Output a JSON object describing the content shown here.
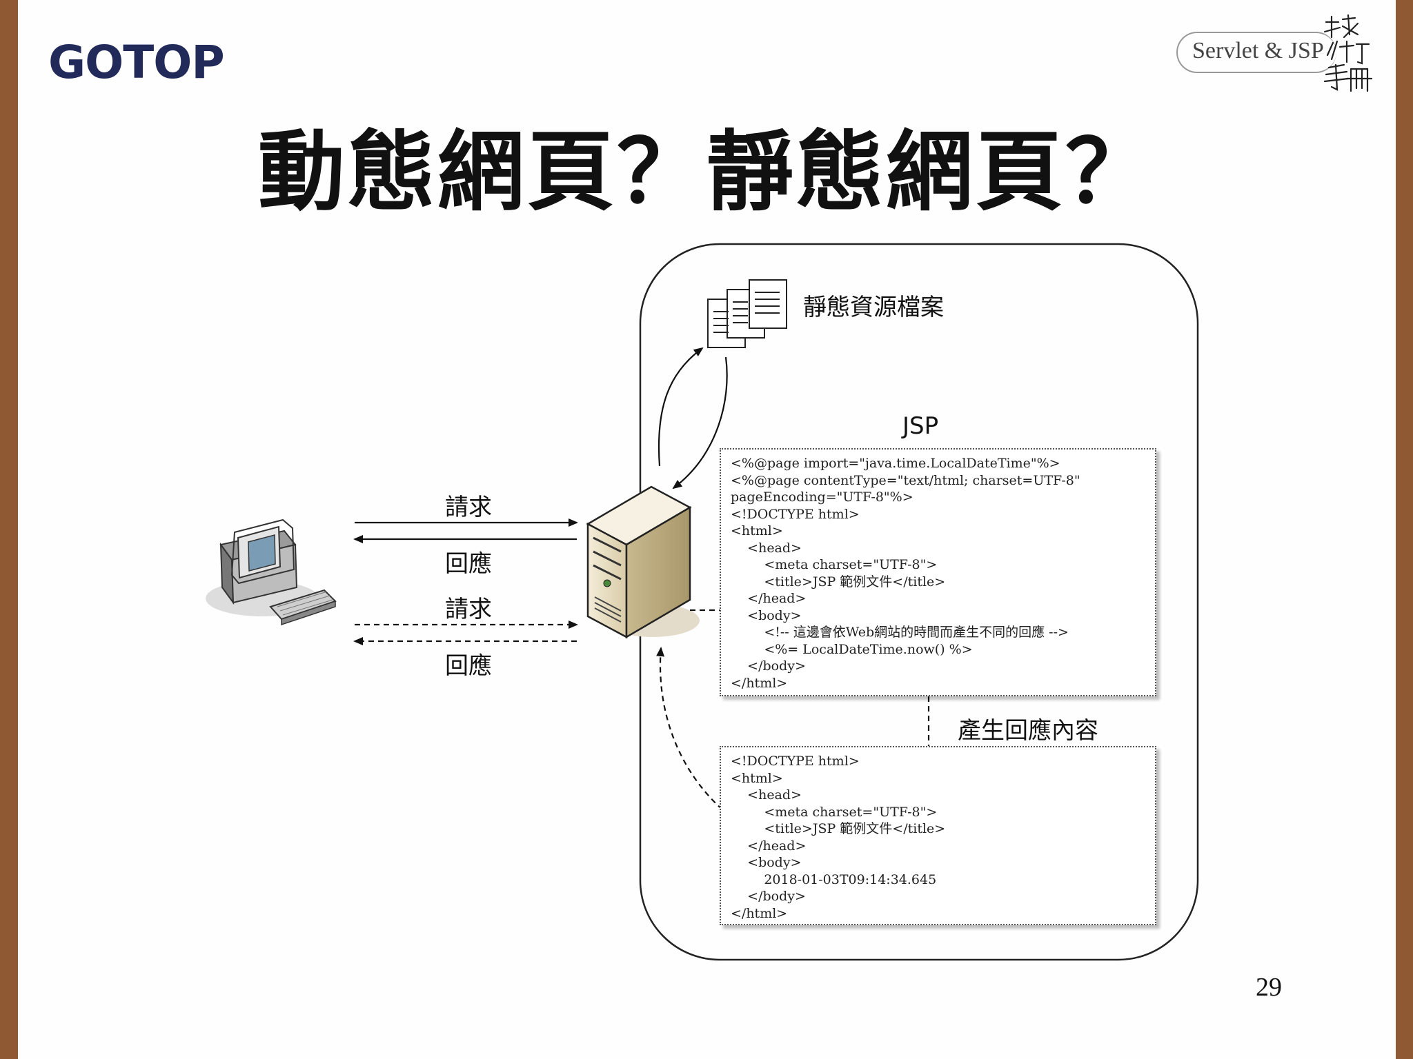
{
  "header": {
    "logo": "GOTOP",
    "brand": "Servlet & JSP",
    "brand_calligraphy": "技術手冊"
  },
  "title": "動態網頁？靜態網頁？",
  "page_number": "29",
  "diagram": {
    "static_files_label": "靜態資源檔案",
    "jsp_label": "JSP",
    "generate_label": "產生回應內容",
    "request_label_1": "請求",
    "response_label_1": "回應",
    "request_label_2": "請求",
    "response_label_2": "回應",
    "jsp_code": [
      "<%@page import=\"java.time.LocalDateTime\"%>",
      "<%@page contentType=\"text/html; charset=UTF-8\"",
      "pageEncoding=\"UTF-8\"%>",
      "<!DOCTYPE html>",
      "<html>",
      "    <head>",
      "        <meta charset=\"UTF-8\">",
      "        <title>JSP 範例文件</title>",
      "    </head>",
      "    <body>",
      "        <!-- 這邊會依Web網站的時間而產生不同的回應 -->",
      "        <%= LocalDateTime.now() %>",
      "    </body>",
      "</html>"
    ],
    "html_code": [
      "<!DOCTYPE html>",
      "<html>",
      "    <head>",
      "        <meta charset=\"UTF-8\">",
      "        <title>JSP 範例文件</title>",
      "    </head>",
      "    <body>",
      "        2018-01-03T09:14:34.645",
      "    </body>",
      "</html>"
    ]
  }
}
